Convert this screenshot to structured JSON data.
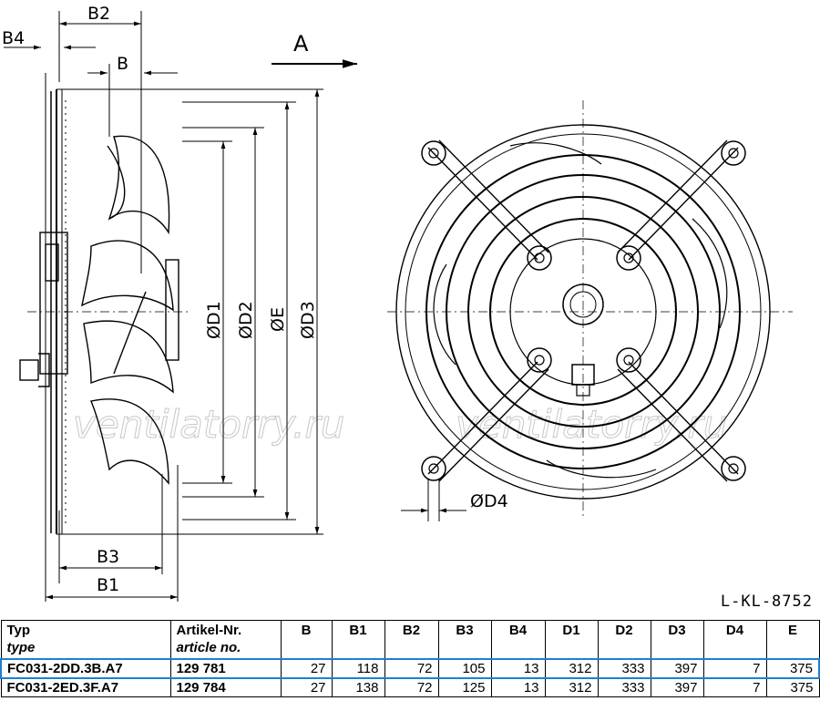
{
  "drawing": {
    "labels": {
      "b2": "B2",
      "b4": "B4",
      "b": "B",
      "a": "A",
      "b3": "B3",
      "b1": "B1",
      "d1": "ØD1",
      "d2": "ØD2",
      "e": "ØE",
      "d3": "ØD3",
      "d4": "ØD4"
    },
    "drawing_number": "L-KL-8752",
    "watermark": "ventilatorry.ru"
  },
  "table": {
    "headers": [
      {
        "main": "Typ",
        "sub": "type"
      },
      {
        "main": "Artikel-Nr.",
        "sub": "article no."
      },
      {
        "main": "B",
        "sub": ""
      },
      {
        "main": "B1",
        "sub": ""
      },
      {
        "main": "B2",
        "sub": ""
      },
      {
        "main": "B3",
        "sub": ""
      },
      {
        "main": "B4",
        "sub": ""
      },
      {
        "main": "D1",
        "sub": ""
      },
      {
        "main": "D2",
        "sub": ""
      },
      {
        "main": "D3",
        "sub": ""
      },
      {
        "main": "D4",
        "sub": ""
      },
      {
        "main": "E",
        "sub": ""
      }
    ],
    "rows": [
      {
        "highlighted": true,
        "cells": [
          "FC031-2DD.3B.A7",
          "129 781",
          "27",
          "118",
          "72",
          "105",
          "13",
          "312",
          "333",
          "397",
          "7",
          "375"
        ]
      },
      {
        "highlighted": false,
        "cells": [
          "FC031-2ED.3F.A7",
          "129 784",
          "27",
          "138",
          "72",
          "125",
          "13",
          "312",
          "333",
          "397",
          "7",
          "375"
        ]
      }
    ],
    "highlight_color": "#1e7fd1"
  }
}
